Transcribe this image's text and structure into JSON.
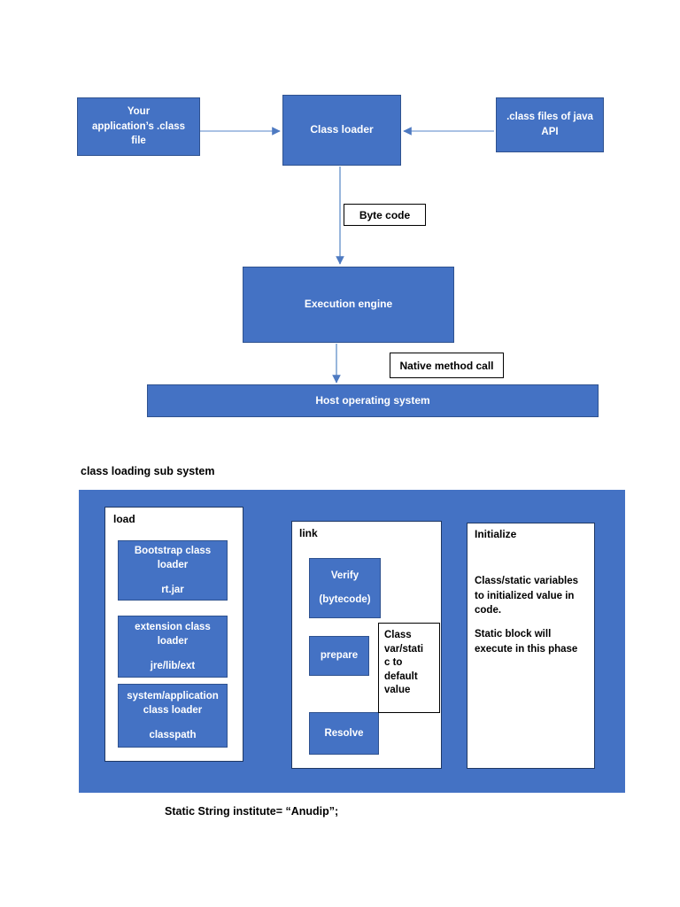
{
  "colors": {
    "box_fill": "#4472C4",
    "box_border": "#2F528F",
    "arrow": "#5B87C8",
    "panel_border": "#1F3864",
    "text_on_blue": "#FFFFFF",
    "text_on_white": "#000000"
  },
  "top_flow": {
    "app_class_file": {
      "line1": "Your",
      "line2": "application’s .class",
      "line3": "file"
    },
    "class_loader": "Class loader",
    "java_api_class_files": {
      "line1": ".class files of java",
      "line2": "API"
    },
    "byte_code_label": "Byte code",
    "execution_engine": "Execution engine",
    "native_method_call_label": "Native method call",
    "host_operating_system": "Host operating system"
  },
  "subsystem": {
    "caption": "class loading sub system",
    "load": {
      "title": "load",
      "boxes": [
        {
          "line1": "Bootstrap class",
          "line2": "loader",
          "line3": "rt.jar"
        },
        {
          "line1": "extension class",
          "line2": "loader",
          "line3": "jre/lib/ext"
        },
        {
          "line1": "system/application",
          "line2": "class loader",
          "line3": "classpath"
        }
      ]
    },
    "link": {
      "title": "link",
      "verify": {
        "line1": "Verify",
        "line2": "(bytecode)"
      },
      "prepare": "prepare",
      "resolve": "Resolve",
      "callout": {
        "line1": "Class",
        "line2": "var/stati",
        "line3": "c to",
        "line4": "default",
        "line5": "value"
      }
    },
    "initialize": {
      "title": "Initialize",
      "para1": "Class/static variables to initialized value in code.",
      "para2": "Static block will execute in this phase"
    }
  },
  "footer": {
    "code_line": "Static String institute= “Anudip”;"
  }
}
